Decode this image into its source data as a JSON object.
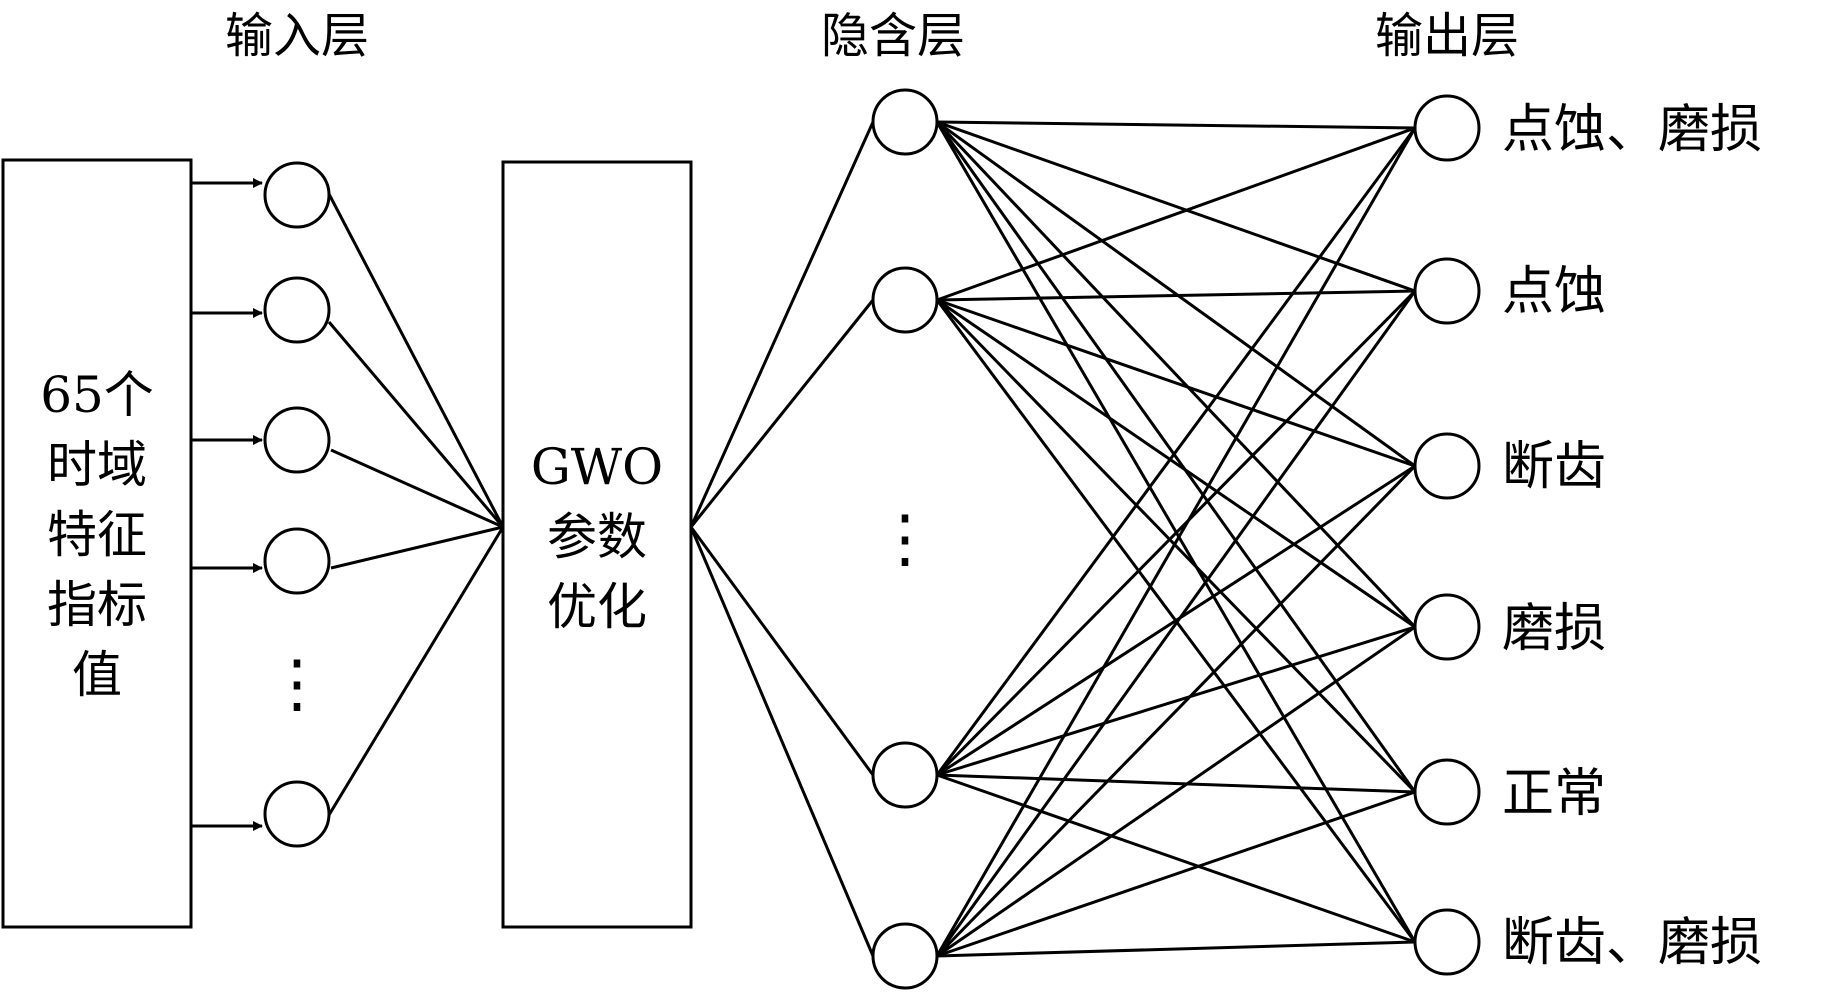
{
  "layers": {
    "input_title": "输入层",
    "hidden_title": "隐含层",
    "output_title": "输出层"
  },
  "feature_box": {
    "lines": [
      "65个",
      "时域",
      "特征",
      "指标",
      "值"
    ]
  },
  "gwo_box": {
    "lines": [
      "GWO",
      "参数",
      "优化"
    ]
  },
  "ellipsis": "⋮",
  "input_nodes": {
    "visible_count": 5,
    "has_ellipsis": true
  },
  "hidden_nodes": {
    "visible_count": 4,
    "has_ellipsis": true
  },
  "outputs": [
    "点蚀、磨损",
    "点蚀",
    "断齿",
    "磨损",
    "正常",
    "断齿、磨损"
  ],
  "colors": {
    "stroke": "#000000",
    "background": "#ffffff"
  }
}
